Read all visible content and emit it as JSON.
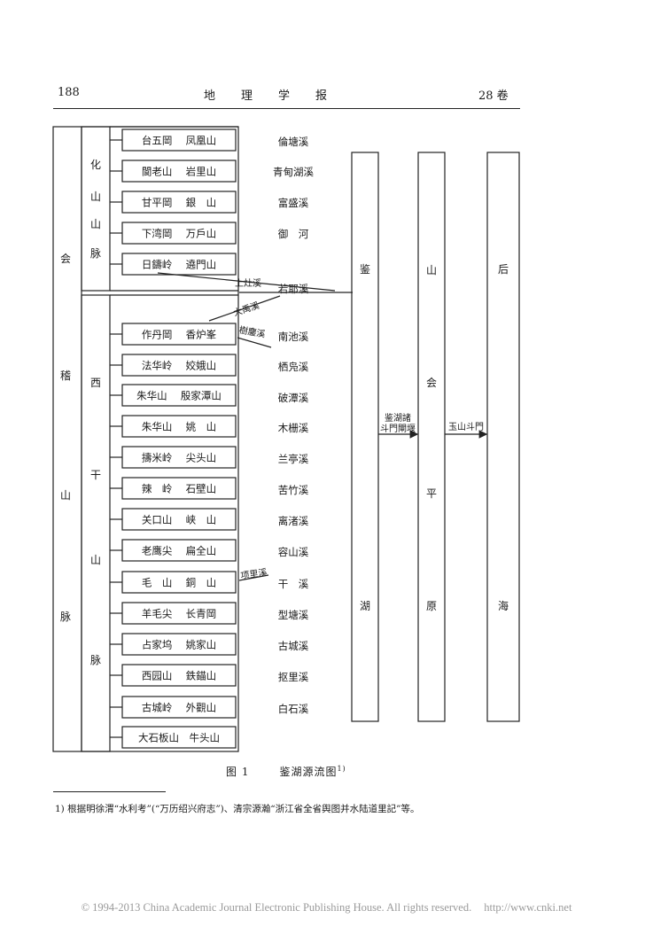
{
  "header": {
    "page_number": "188",
    "journal_title": "地　　理　　学　　报",
    "volume": "28 卷"
  },
  "diagram": {
    "range_name": [
      "会",
      "稽",
      "山",
      "脉"
    ],
    "sub_ranges": [
      {
        "name": [
          "化",
          "山",
          "山",
          "脉"
        ]
      },
      {
        "name": [
          "西",
          "干",
          "山",
          "脉"
        ]
      }
    ],
    "peaks": [
      "台五岡　 凤凰山",
      "閬老山　 岩里山",
      "甘平岡　 銀　山",
      "下湾岡　 万戶山",
      "日鑄岭　 遶門山",
      "作丹岡　 香炉峯",
      "法华岭　 姣娥山",
      "朱华山　 殷家潭山",
      "朱华山　 姚　山",
      "擣米岭　 尖头山",
      "辣　岭　 石壁山",
      "关口山　 峡　山",
      "老鹰尖　 扁全山",
      "毛　山　 銅　山",
      "羊毛尖　 长青岡",
      "占家坞　 姚家山",
      "西园山　 鉄錨山",
      "古城岭　 外觀山",
      "大石板山　牛头山"
    ],
    "streams": [
      "倫塘溪",
      "青甸湖溪",
      "富盛溪",
      "御　河",
      "若耶溪",
      "南池溪",
      "栖凫溪",
      "破潭溪",
      "木栅溪",
      "兰亭溪",
      "苦竹溪",
      "离渚溪",
      "容山溪",
      "干　溪",
      "型塘溪",
      "古城溪",
      "抠里溪",
      "白石溪"
    ],
    "branch_labels": [
      "上灶溪",
      "大禹溪",
      "樹鏖溪",
      "项里溪"
    ],
    "lake": [
      "鉴",
      "湖"
    ],
    "plain": [
      "山",
      "会",
      "平",
      "原"
    ],
    "sea": [
      "后",
      "海"
    ],
    "gate_lake": [
      "鉴湖諸",
      "斗門閘堰"
    ],
    "gate_plain": "玉山斗門"
  },
  "caption": {
    "figure_no": "图 1",
    "title": "鉴湖源流图",
    "note_mark": "1)"
  },
  "footnote": "1) 根据明徐渭“水利考”(“万历绍兴府志”)、清宗源瀚“浙江省全省舆图并水陆道里記”等。",
  "copyright": {
    "text": "© 1994-2013 China Academic Journal Electronic Publishing House. All rights reserved.",
    "url": "http://www.cnki.net"
  }
}
